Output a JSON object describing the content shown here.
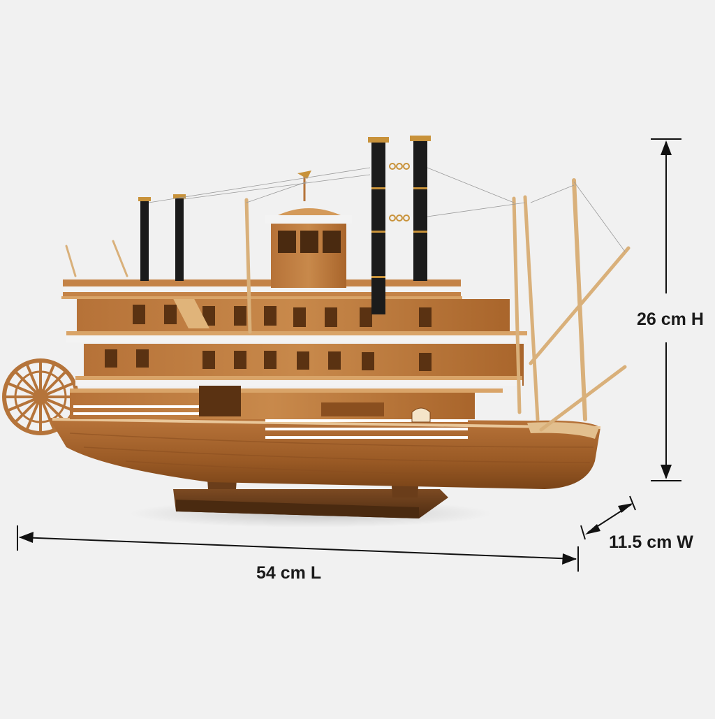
{
  "product": {
    "subject": "Wooden model of a stern-wheel river steamboat on a wooden display stand"
  },
  "dimensions": {
    "height_label": "26 cm H",
    "width_label": "11.5 cm W",
    "length_label": "54 cm L"
  },
  "colors": {
    "background": "#f1f1f1",
    "wood_light": "#c8894b",
    "wood_mid": "#a9652b",
    "wood_dark": "#7a4418",
    "stand": "#6b3f1c",
    "railing": "#ffffff",
    "smokestack": "#1b1b1b",
    "brass": "#c8923a",
    "dimension_line": "#111111"
  }
}
